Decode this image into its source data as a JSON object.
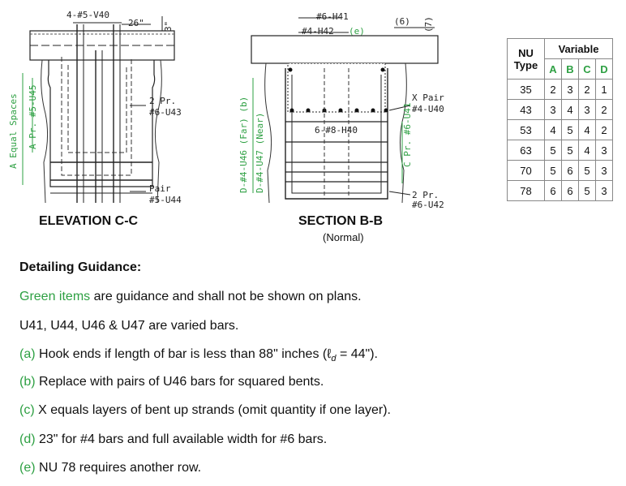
{
  "elevation": {
    "title": "ELEVATION C-C",
    "labels": {
      "top_bar": "4-#5-V40",
      "dim_26": "26\"",
      "dim_3": "3\"",
      "u43": "2 Pr.",
      "u43b": "#6-U43",
      "u44": "Pair",
      "u44b": "#5-U44",
      "spaces": "A Equal Spaces",
      "u45": "A Pr. #5-U45"
    }
  },
  "section": {
    "title": "SECTION B-B",
    "subtitle": "(Normal)",
    "labels": {
      "h41": "#6-H41",
      "h42": "#4-H42",
      "e": "(e)",
      "dim6": "(6)",
      "dim7": "(7)",
      "u40a": "X Pair",
      "u40b": "#4-U40",
      "h40": "6-#8-H40",
      "u41": "C Pr. #6-U41",
      "u42a": "2 Pr.",
      "u42b": "#6-U42",
      "u46": "D-#4-U46 (Far) (b)",
      "u47": "D-#4-U47 (Near)"
    }
  },
  "variable_table": {
    "col_nu": "NU",
    "col_type": "Type",
    "col_variable": "Variable",
    "letters": [
      "A",
      "B",
      "C",
      "D"
    ],
    "rows": [
      [
        "35",
        "2",
        "3",
        "2",
        "1"
      ],
      [
        "43",
        "3",
        "4",
        "3",
        "2"
      ],
      [
        "53",
        "4",
        "5",
        "4",
        "2"
      ],
      [
        "63",
        "5",
        "5",
        "4",
        "3"
      ],
      [
        "70",
        "5",
        "6",
        "5",
        "3"
      ],
      [
        "78",
        "6",
        "6",
        "5",
        "3"
      ]
    ]
  },
  "guidance": {
    "heading": "Detailing Guidance:",
    "line1_green": "Green items",
    "line1_rest": " are guidance and shall not be shown on plans.",
    "line2": "U41, U44, U46 & U47 are varied bars.",
    "a_tag": "(a)",
    "a_text": " Hook ends if length of bar is less than 88\" inches (ℓ",
    "a_sub": "d",
    "a_end": " = 44\").",
    "b_tag": "(b)",
    "b_text": " Replace with pairs of U46 bars for squared bents.",
    "c_tag": "(c)",
    "c_text": " X equals layers of bent up strands (omit quantity if one layer).",
    "d_tag": "(d)",
    "d_text": " 23\" for #4 bars and full available width for #6 bars.",
    "e_tag": "(e)",
    "e_text": " NU 78 requires another row."
  }
}
